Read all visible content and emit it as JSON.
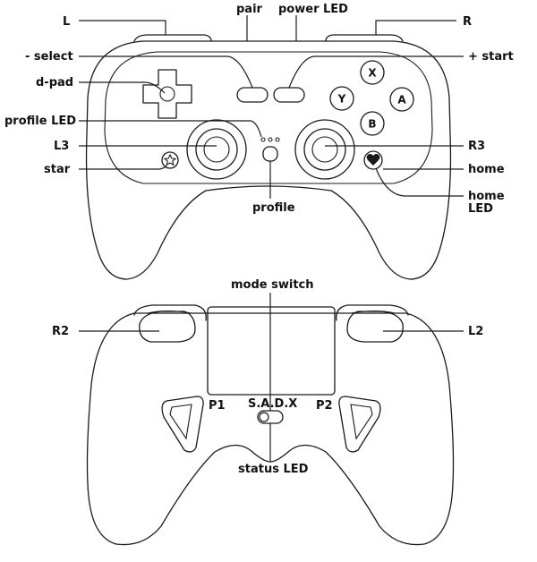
{
  "labels": {
    "L": "L",
    "R": "R",
    "pair": "pair",
    "power_led": "power LED",
    "select": "- select",
    "start": "+ start",
    "dpad": "d-pad",
    "profile_led": "profile LED",
    "L3": "L3",
    "R3": "R3",
    "star": "star",
    "home": "home",
    "home_led_1": "home",
    "home_led_2": "LED",
    "profile": "profile",
    "mode_switch": "mode switch",
    "R2": "R2",
    "L2": "L2",
    "P1": "P1",
    "P2": "P2",
    "sadx": "S.A.D.X",
    "status_led": "status LED"
  },
  "buttons": {
    "X": "X",
    "Y": "Y",
    "A": "A",
    "B": "B"
  },
  "icons": {
    "star": "star-icon",
    "home": "heart-icon"
  }
}
